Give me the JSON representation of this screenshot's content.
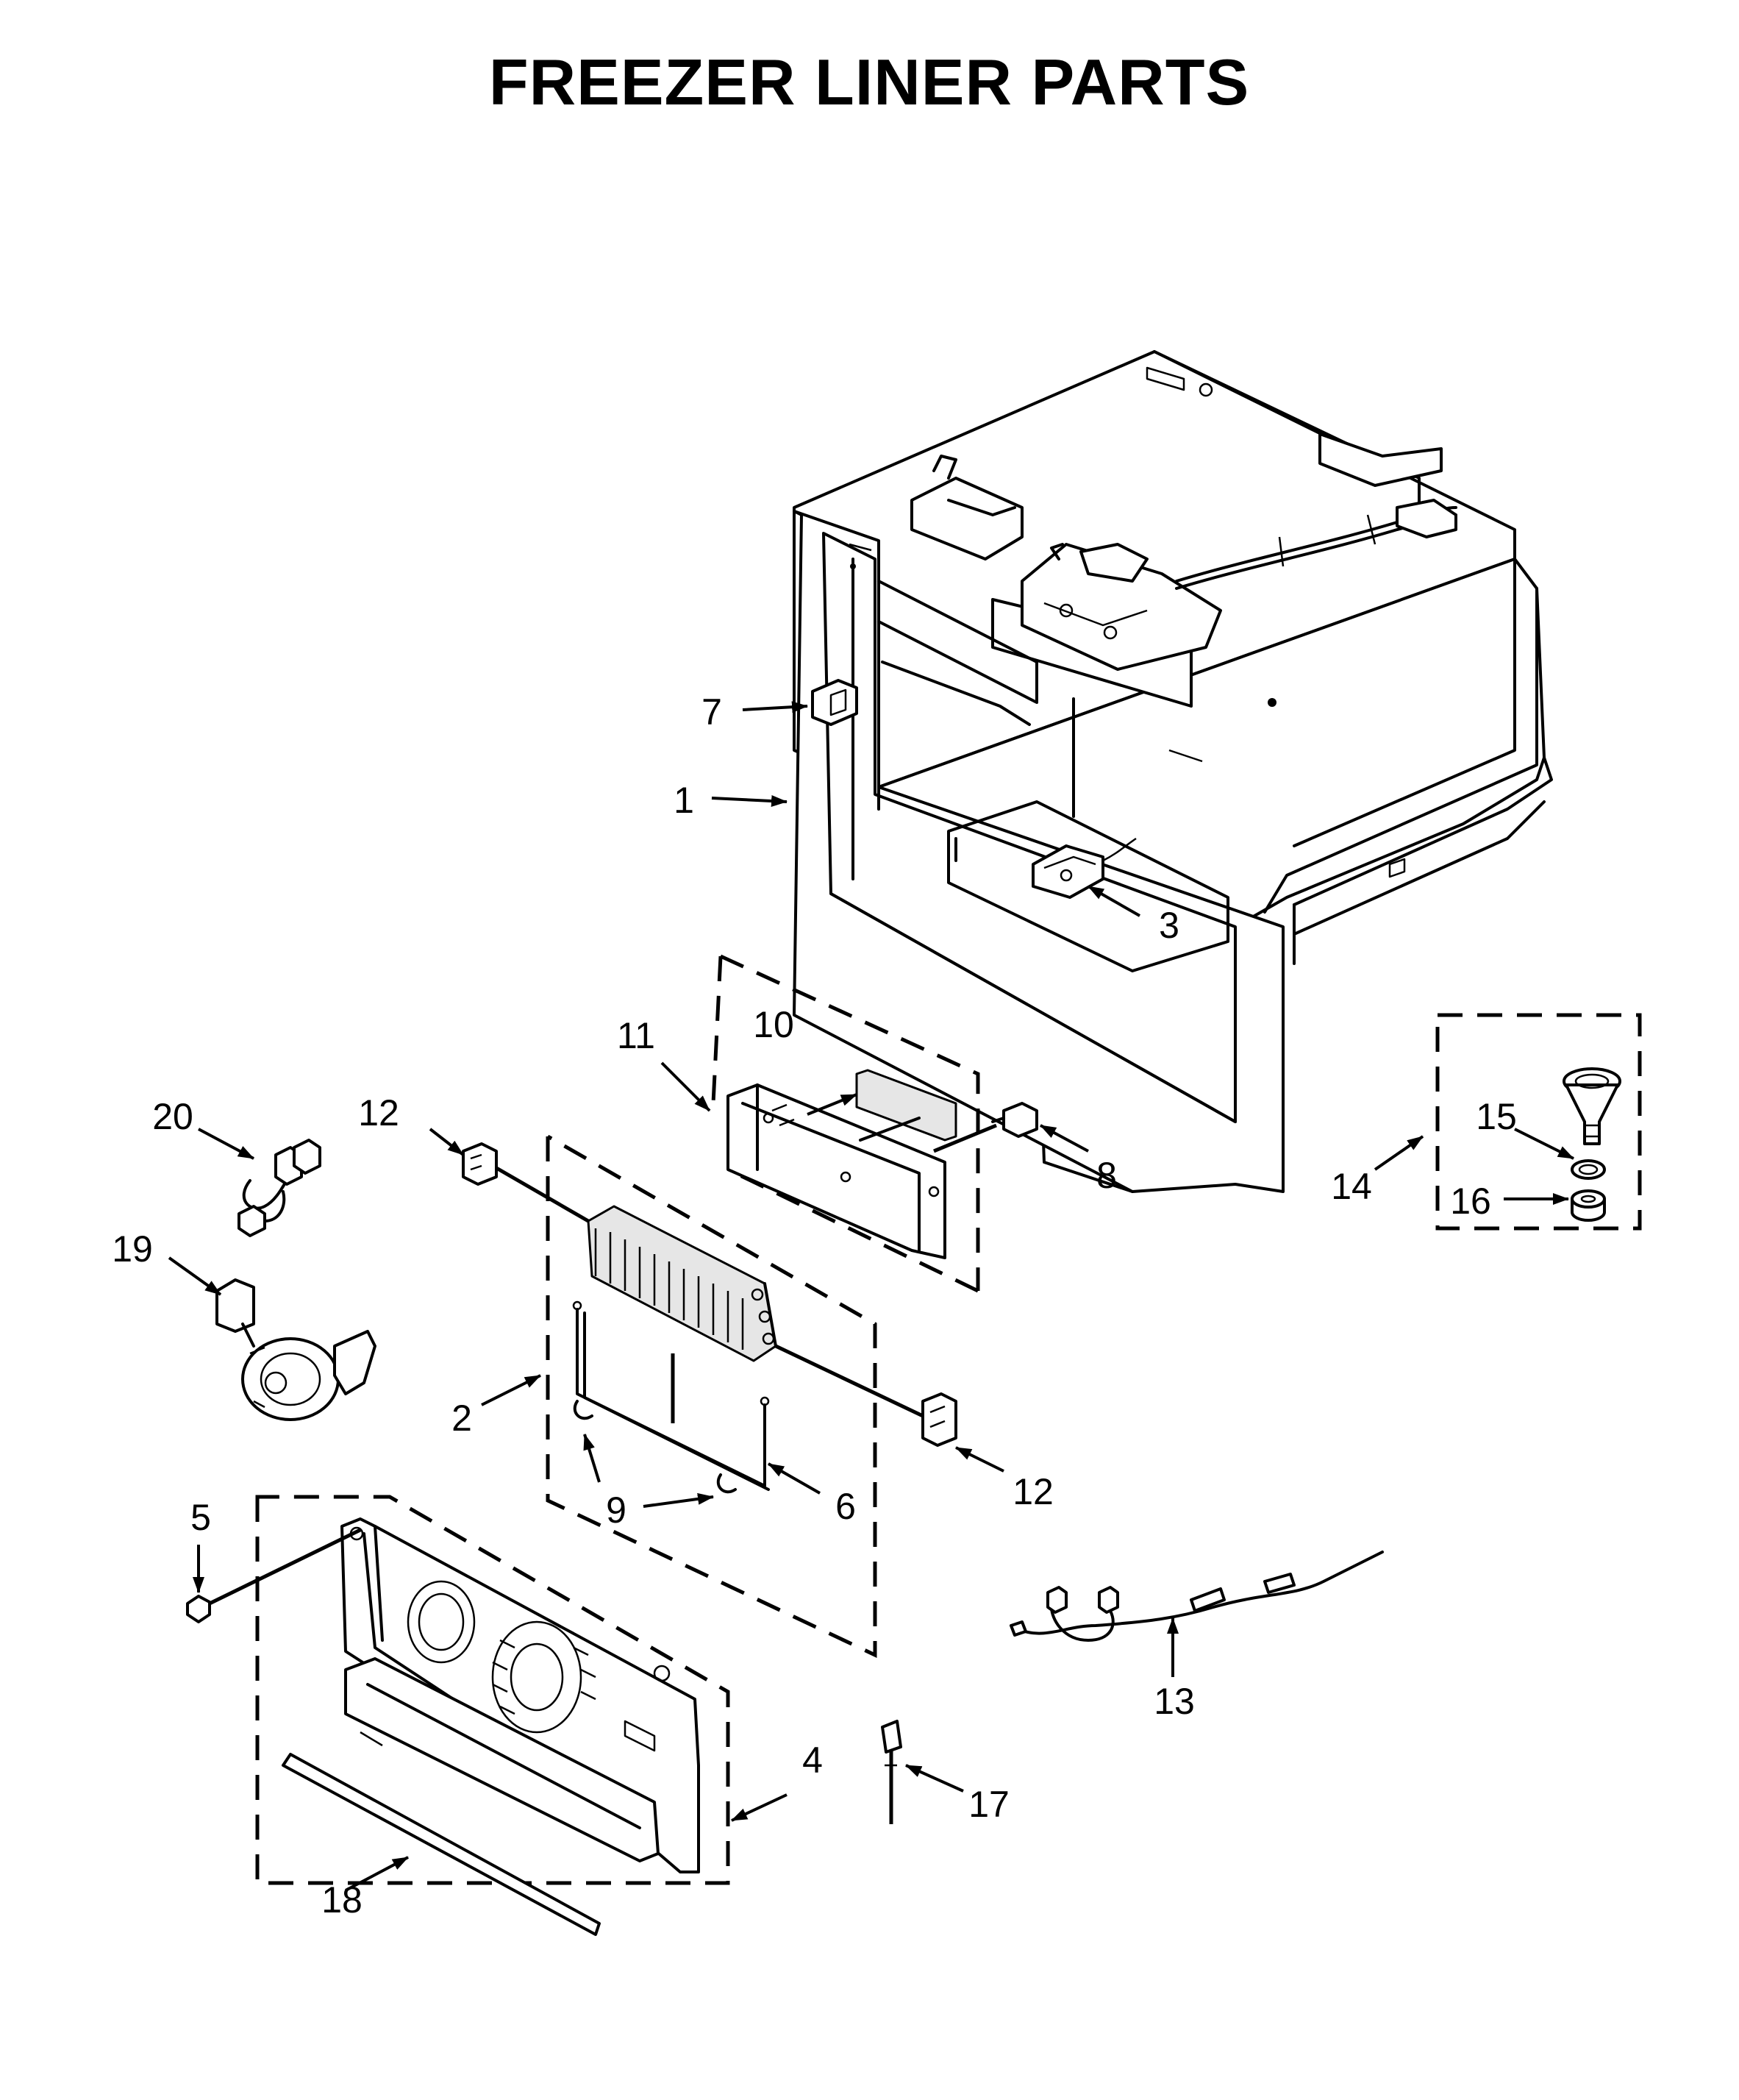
{
  "title": "FREEZER LINER PARTS",
  "callouts": {
    "c1": "1",
    "c2": "2",
    "c3": "3",
    "c4": "4",
    "c5": "5",
    "c6": "6",
    "c7": "7",
    "c8": "8",
    "c9": "9",
    "c10": "10",
    "c11": "11",
    "c12a": "12",
    "c12b": "12",
    "c13": "13",
    "c14": "14",
    "c15": "15",
    "c16": "16",
    "c17": "17",
    "c18": "18",
    "c19": "19",
    "c20": "20"
  }
}
